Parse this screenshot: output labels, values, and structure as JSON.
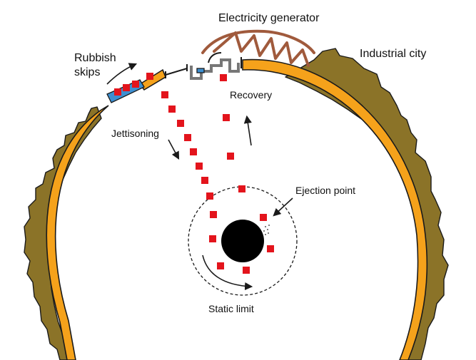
{
  "labels": {
    "generator": "Electricity generator",
    "rubbish_line1": "Rubbish",
    "rubbish_line2": "skips",
    "industrial": "Industrial city",
    "recovery": "Recovery",
    "jettisoning": "Jettisoning",
    "ejection": "Ejection point",
    "static_limit": "Static limit"
  },
  "colors": {
    "city": "#8b7328",
    "ring": "#f5a21b",
    "outline": "#1a1a1a",
    "generator_coil": "#a05a3c",
    "debris": "#e3141c",
    "skip": "#3d8fd0",
    "mechanism": "#777777",
    "black_hole": "#000000"
  },
  "icons": {
    "central_body": "black-hole-icon",
    "skip_container": "rubbish-skip-icon",
    "debris_piece": "debris-square-icon"
  }
}
